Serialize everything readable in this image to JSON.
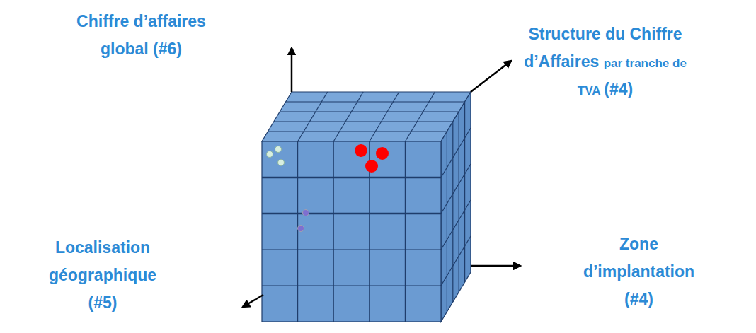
{
  "diagram": {
    "labels": [
      "Chiffre d’affaires global (#6)",
      "Structure du Chiffre d’Affaires",
      "par tranche de TVA",
      "(#4)",
      "Localisation géographique (#5)",
      "Zone d’implantation (#4)"
    ]
  }
}
